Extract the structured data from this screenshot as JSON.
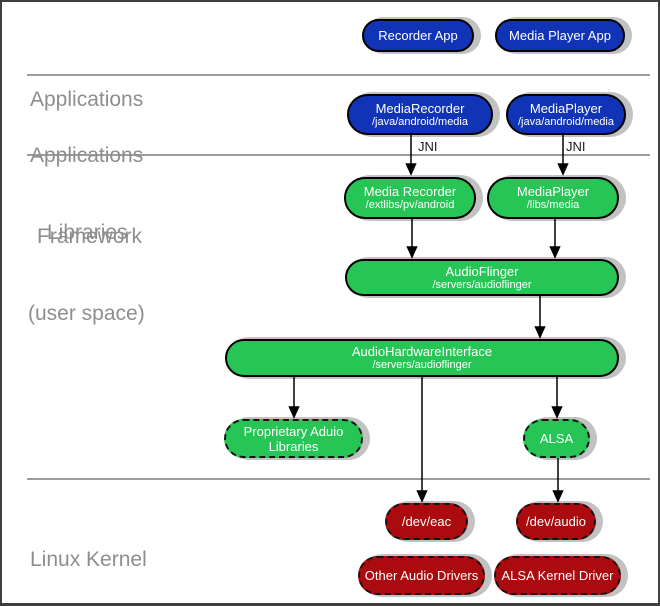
{
  "layers": {
    "applications": "Applications",
    "framework_line1": "Applications",
    "framework_line2": "Framework",
    "libraries_line1": "Libraries",
    "libraries_line2": "(user space)",
    "kernel": "Linux Kernel"
  },
  "jni": {
    "left": "JNI",
    "right": "JNI"
  },
  "nodes": {
    "recorder_app": {
      "label": "Recorder App"
    },
    "media_player_app": {
      "label": "Media Player App"
    },
    "media_recorder_fw": {
      "label": "MediaRecorder",
      "path": "/java/android/media"
    },
    "media_player_fw": {
      "label": "MediaPlayer",
      "path": "/java/android/media"
    },
    "media_recorder_lib": {
      "label": "Media Recorder",
      "path": "/extlibs/pv/android"
    },
    "media_player_lib": {
      "label": "MediaPlayer",
      "path": "/libs/media"
    },
    "audioflinger": {
      "label": "AudioFlinger",
      "path": "/servers/audioflinger"
    },
    "audio_hw_interface": {
      "label": "AudioHardwareInterface",
      "path": "/servers/audioflinger"
    },
    "proprietary_audio_libs": {
      "label": "Proprietary Aduio",
      "label2": "Libraries"
    },
    "alsa": {
      "label": "ALSA"
    },
    "dev_eac": {
      "label": "/dev/eac"
    },
    "dev_audio": {
      "label": "/dev/audio"
    },
    "other_audio_drivers": {
      "label": "Other Audio Drivers"
    },
    "alsa_kernel_driver": {
      "label": "ALSA Kernel Driver"
    }
  },
  "colors": {
    "app_blue": "#1134b6",
    "lib_green": "#27c556",
    "kernel_red": "#ab0a0f",
    "shadow": "#c2c2c2",
    "line_gray": "#9c9c9c",
    "label_gray": "#8e8e8e"
  }
}
